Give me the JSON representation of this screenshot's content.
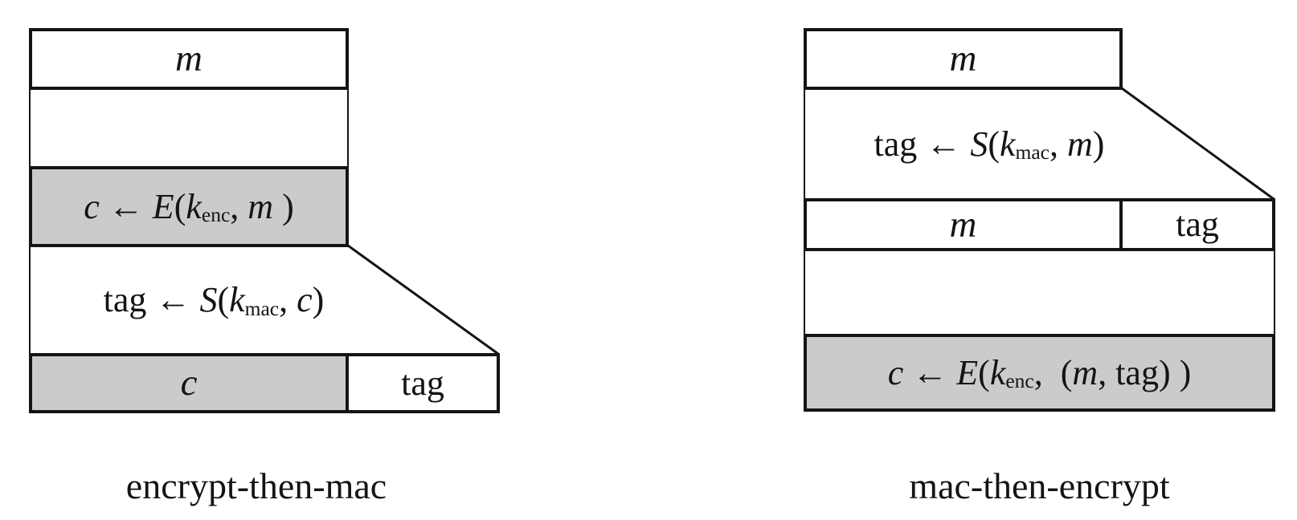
{
  "figure": {
    "left": {
      "caption": "encrypt-then-mac",
      "message_box_label": "m",
      "encrypt_formula": [
        {
          "t": "c",
          "s": "i"
        },
        {
          "t": " ← ",
          "s": "r"
        },
        {
          "t": "E",
          "s": "i"
        },
        {
          "t": "(",
          "s": "r"
        },
        {
          "t": "k",
          "s": "i"
        },
        {
          "t": "enc",
          "s": "sub"
        },
        {
          "t": ", ",
          "s": "r"
        },
        {
          "t": "m",
          "s": "i"
        },
        {
          "t": " )",
          "s": "r"
        }
      ],
      "mac_formula": [
        {
          "t": "tag ← ",
          "s": "r"
        },
        {
          "t": "S",
          "s": "i"
        },
        {
          "t": "(",
          "s": "r"
        },
        {
          "t": "k",
          "s": "i"
        },
        {
          "t": "mac",
          "s": "sub"
        },
        {
          "t": ", ",
          "s": "r"
        },
        {
          "t": "c",
          "s": "i"
        },
        {
          "t": ")",
          "s": "r"
        }
      ],
      "output_ciphertext_label": "c",
      "output_tag_label": "tag"
    },
    "right": {
      "caption": "mac-then-encrypt",
      "message_box_label": "m",
      "mac_formula": [
        {
          "t": "tag ← ",
          "s": "r"
        },
        {
          "t": "S",
          "s": "i"
        },
        {
          "t": "(",
          "s": "r"
        },
        {
          "t": "k",
          "s": "i"
        },
        {
          "t": "mac",
          "s": "sub"
        },
        {
          "t": ", ",
          "s": "r"
        },
        {
          "t": "m",
          "s": "i"
        },
        {
          "t": ")",
          "s": "r"
        }
      ],
      "mid_message_label": "m",
      "mid_tag_label": "tag",
      "encrypt_formula": [
        {
          "t": "c",
          "s": "i"
        },
        {
          "t": " ← ",
          "s": "r"
        },
        {
          "t": "E",
          "s": "i"
        },
        {
          "t": "(",
          "s": "r"
        },
        {
          "t": "k",
          "s": "i"
        },
        {
          "t": "enc",
          "s": "sub"
        },
        {
          "t": ",  (",
          "s": "r"
        },
        {
          "t": "m",
          "s": "i"
        },
        {
          "t": ", tag) )",
          "s": "r"
        }
      ]
    }
  },
  "colors": {
    "gray_fill": "#cbcbcb",
    "line": "#141414",
    "background": "#ffffff"
  }
}
